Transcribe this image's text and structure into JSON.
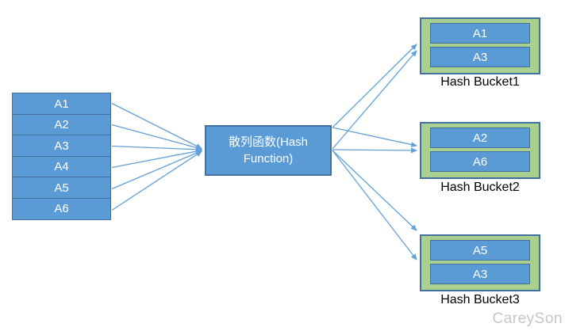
{
  "source": {
    "items": [
      "A1",
      "A2",
      "A3",
      "A4",
      "A5",
      "A6"
    ]
  },
  "hash_function": {
    "label": "散列函数(Hash Function)",
    "line1": "散列函数(Hash",
    "line2": "Function)"
  },
  "buckets": [
    {
      "label": "Hash Bucket1",
      "items": [
        "A1",
        "A3"
      ]
    },
    {
      "label": "Hash Bucket2",
      "items": [
        "A2",
        "A6"
      ]
    },
    {
      "label": "Hash Bucket3",
      "items": [
        "A5",
        "A3"
      ]
    }
  ],
  "watermark": "CareySon",
  "colors": {
    "box_blue": "#5B9BD5",
    "border_blue": "#41719C",
    "bucket_green": "#A9D08E",
    "arrow_blue": "#5B9BD5",
    "label_black": "#000000",
    "watermark_gray": "#C6C6C6"
  }
}
